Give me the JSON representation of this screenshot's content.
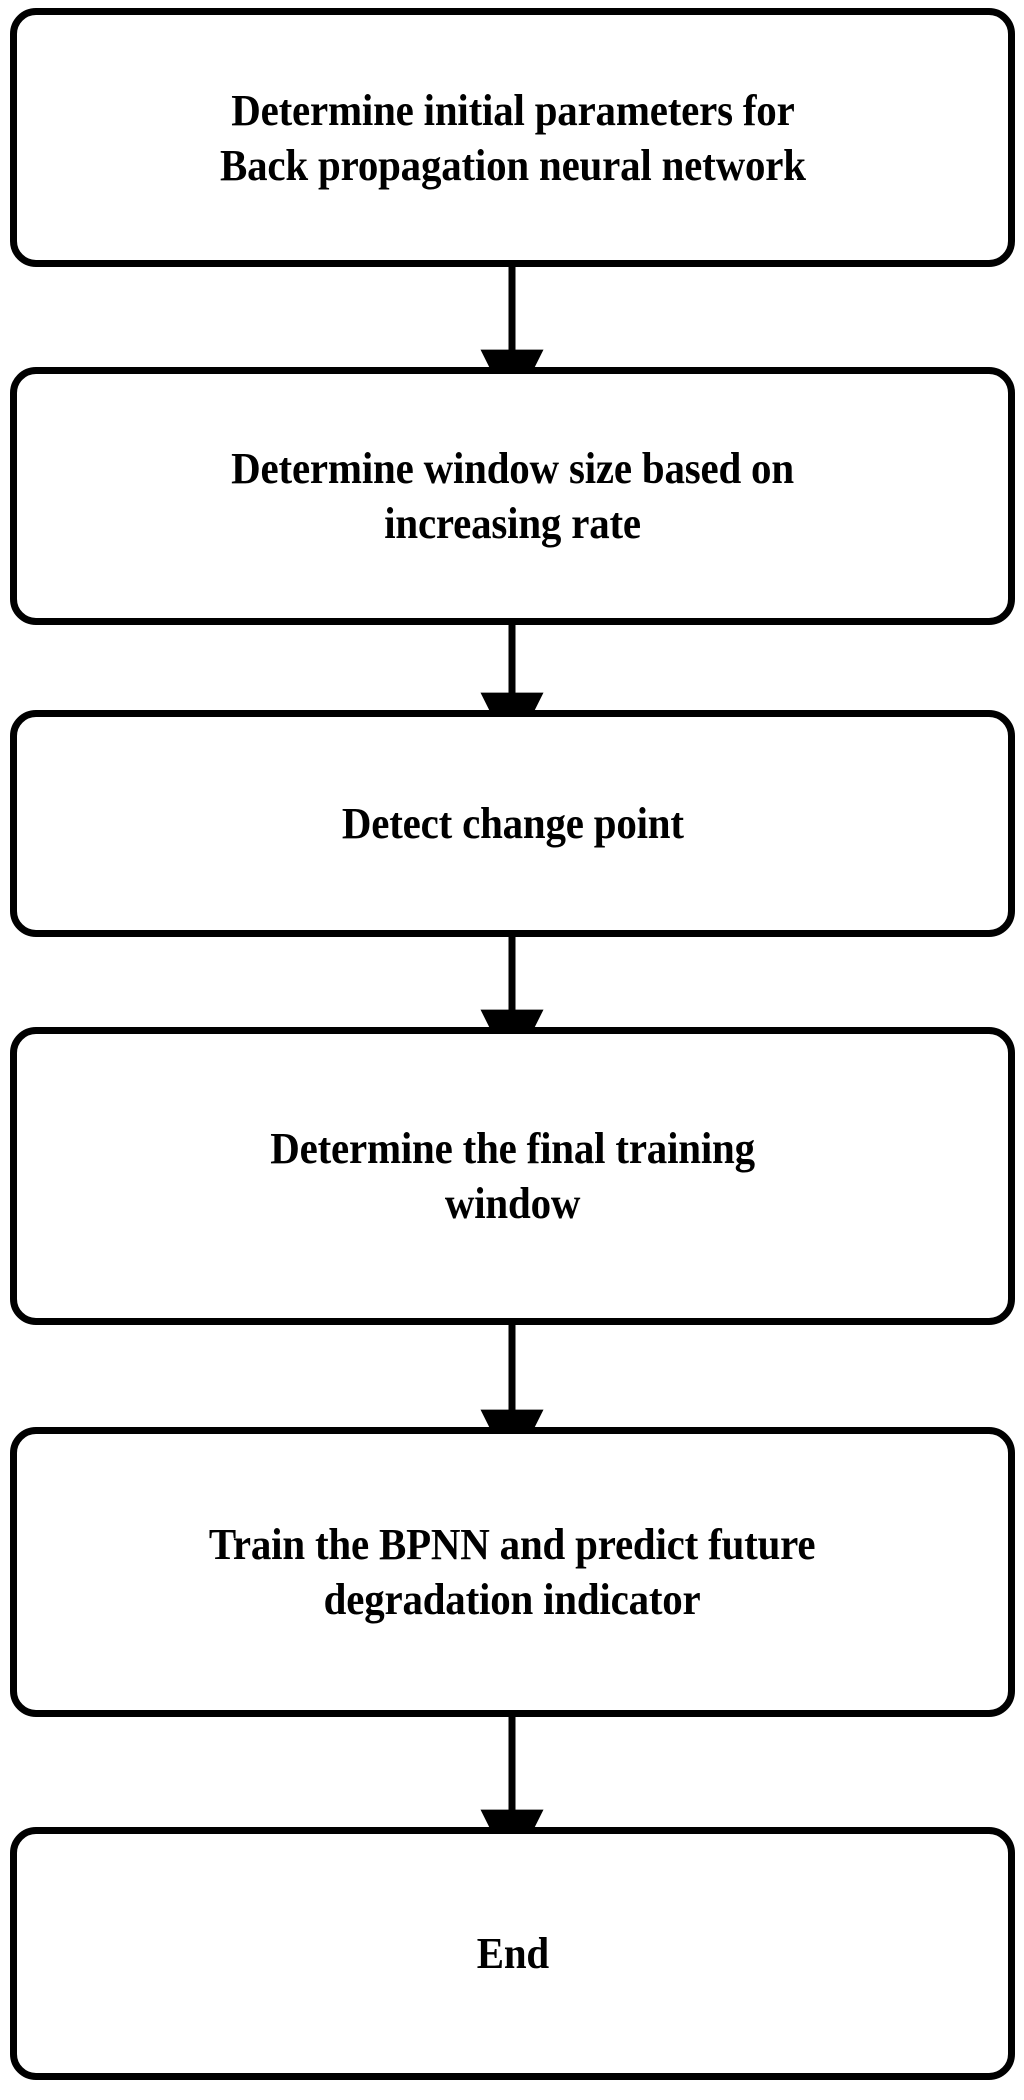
{
  "diagram": {
    "type": "flowchart",
    "orientation": "vertical-top-to-bottom",
    "background_color": "#ffffff",
    "line_color": "#000000",
    "text_color": "#000000",
    "node_shape": "rounded-rectangle",
    "nodes": [
      {
        "id": "node-1",
        "label": "Determine initial parameters for\nBack propagation neural network",
        "lines": [
          "Determine initial parameters for",
          "Back propagation neural network"
        ]
      },
      {
        "id": "node-2",
        "label": "Determine window size based on\nincreasing rate",
        "lines": [
          "Determine window size based on",
          "increasing rate"
        ]
      },
      {
        "id": "node-3",
        "label": "Detect change point",
        "lines": [
          "Detect change point"
        ]
      },
      {
        "id": "node-4",
        "label": "Determine the final training\nwindow",
        "lines": [
          "Determine the final training",
          "window"
        ]
      },
      {
        "id": "node-5",
        "label": "Train the BPNN and predict future\ndegradation indicator",
        "lines": [
          "Train the BPNN and predict future",
          "degradation indicator"
        ]
      },
      {
        "id": "node-6",
        "label": "End",
        "lines": [
          "End"
        ]
      }
    ],
    "edges": [
      {
        "id": "edge-1-2",
        "from": "node-1",
        "to": "node-2",
        "arrow": "down"
      },
      {
        "id": "edge-2-3",
        "from": "node-2",
        "to": "node-3",
        "arrow": "down"
      },
      {
        "id": "edge-3-4",
        "from": "node-3",
        "to": "node-4",
        "arrow": "down"
      },
      {
        "id": "edge-4-5",
        "from": "node-4",
        "to": "node-5",
        "arrow": "down"
      },
      {
        "id": "edge-5-6",
        "from": "node-5",
        "to": "node-6",
        "arrow": "down"
      }
    ]
  }
}
